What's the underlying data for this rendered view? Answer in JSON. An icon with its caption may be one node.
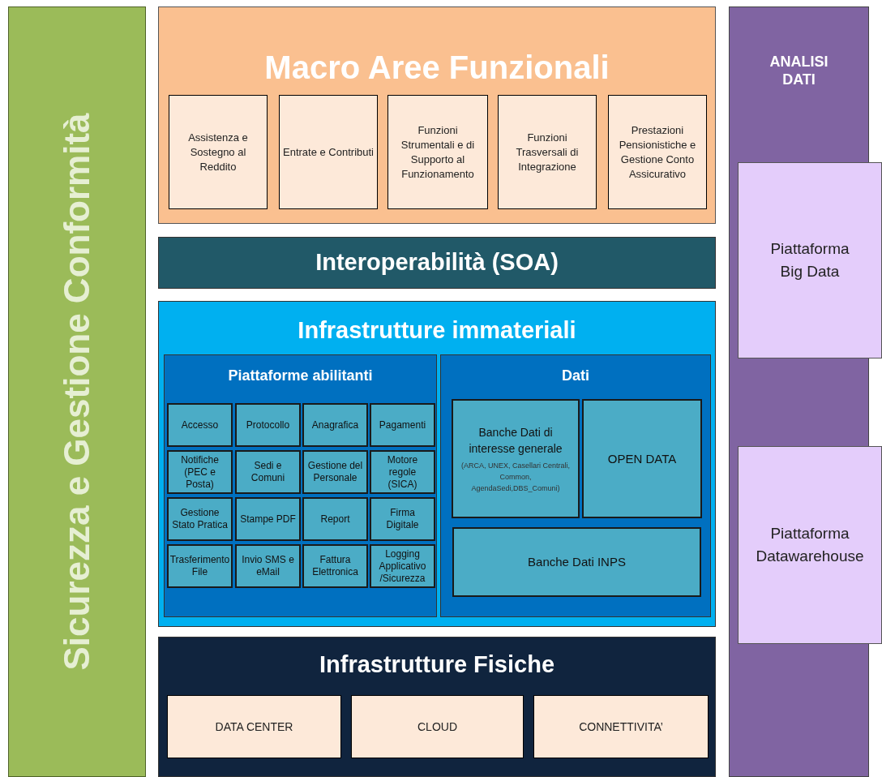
{
  "diagram": {
    "nodes": [
      {
        "text": [
          "Sicurezza e Gestione Conformità"
        ]
      },
      {
        "text": [
          "Macro Aree Funzionali"
        ]
      },
      {
        "text": [
          "Assistenza e Sostegno al Reddito"
        ],
        "in": 1
      },
      {
        "text": [
          "Entrate e Contributi"
        ],
        "in": 1
      },
      {
        "text": [
          "Funzioni Strumentali e di Supporto al Funzionamento"
        ],
        "in": 1
      },
      {
        "text": [
          "Funzioni Trasversali di Integrazione"
        ],
        "in": 1
      },
      {
        "text": [
          "Prestazioni Pensionistiche e Gestione Conto Assicurativo"
        ],
        "in": 1
      },
      {
        "text": [
          "Interoperabilità (SOA)"
        ]
      },
      {
        "text": [
          "Infrastrutture immateriali"
        ]
      },
      {
        "text": [
          "Piattaforme abilitanti"
        ],
        "in": 8
      },
      {
        "text": [
          "Accesso"
        ],
        "in": 9
      },
      {
        "text": [
          "Protocollo"
        ],
        "in": 9
      },
      {
        "text": [
          "Anagrafica"
        ],
        "in": 9
      },
      {
        "text": [
          "Pagamenti"
        ],
        "in": 9
      },
      {
        "text": [
          "Notifiche (PEC e Posta)"
        ],
        "in": 9
      },
      {
        "text": [
          "Sedi e Comuni"
        ],
        "in": 9
      },
      {
        "text": [
          "Gestione del Personale"
        ],
        "in": 9
      },
      {
        "text": [
          "Motore regole (SICA)"
        ],
        "in": 9
      },
      {
        "text": [
          "Gestione Stato Pratica"
        ],
        "in": 9
      },
      {
        "text": [
          "Stampe PDF"
        ],
        "in": 9
      },
      {
        "text": [
          "Report"
        ],
        "in": 9
      },
      {
        "text": [
          "Firma Digitale"
        ],
        "in": 9
      },
      {
        "text": [
          "Trasferimento File"
        ],
        "in": 9
      },
      {
        "text": [
          "Invio SMS e eMail"
        ],
        "in": 9
      },
      {
        "text": [
          "Fattura Elettronica"
        ],
        "in": 9
      },
      {
        "text": [
          "Logging Applicativo /Sicurezza"
        ],
        "in": 9
      },
      {
        "text": [
          "Dati"
        ],
        "in": 8
      },
      {
        "text": [
          "Banche Dati di interesse generale",
          "(ARCA, UNEX, Casellari Centrali, Common, AgendaSedi,DBS_Comuni)"
        ],
        "in": 26
      },
      {
        "text": [
          "OPEN DATA"
        ],
        "in": 26
      },
      {
        "text": [
          "Banche Dati INPS"
        ],
        "in": 26
      },
      {
        "text": [
          "Infrastrutture Fisiche"
        ]
      },
      {
        "text": [
          "DATA CENTER"
        ],
        "in": 30
      },
      {
        "text": [
          "CLOUD"
        ],
        "in": 30
      },
      {
        "text": [
          "CONNETTIVITA’"
        ],
        "in": 30
      },
      {
        "text": [
          "ANALISI DATI"
        ]
      },
      {
        "text": [
          "Piattaforma Big Data"
        ]
      },
      {
        "text": [
          "Piattaforma Datawarehouse"
        ]
      }
    ]
  }
}
